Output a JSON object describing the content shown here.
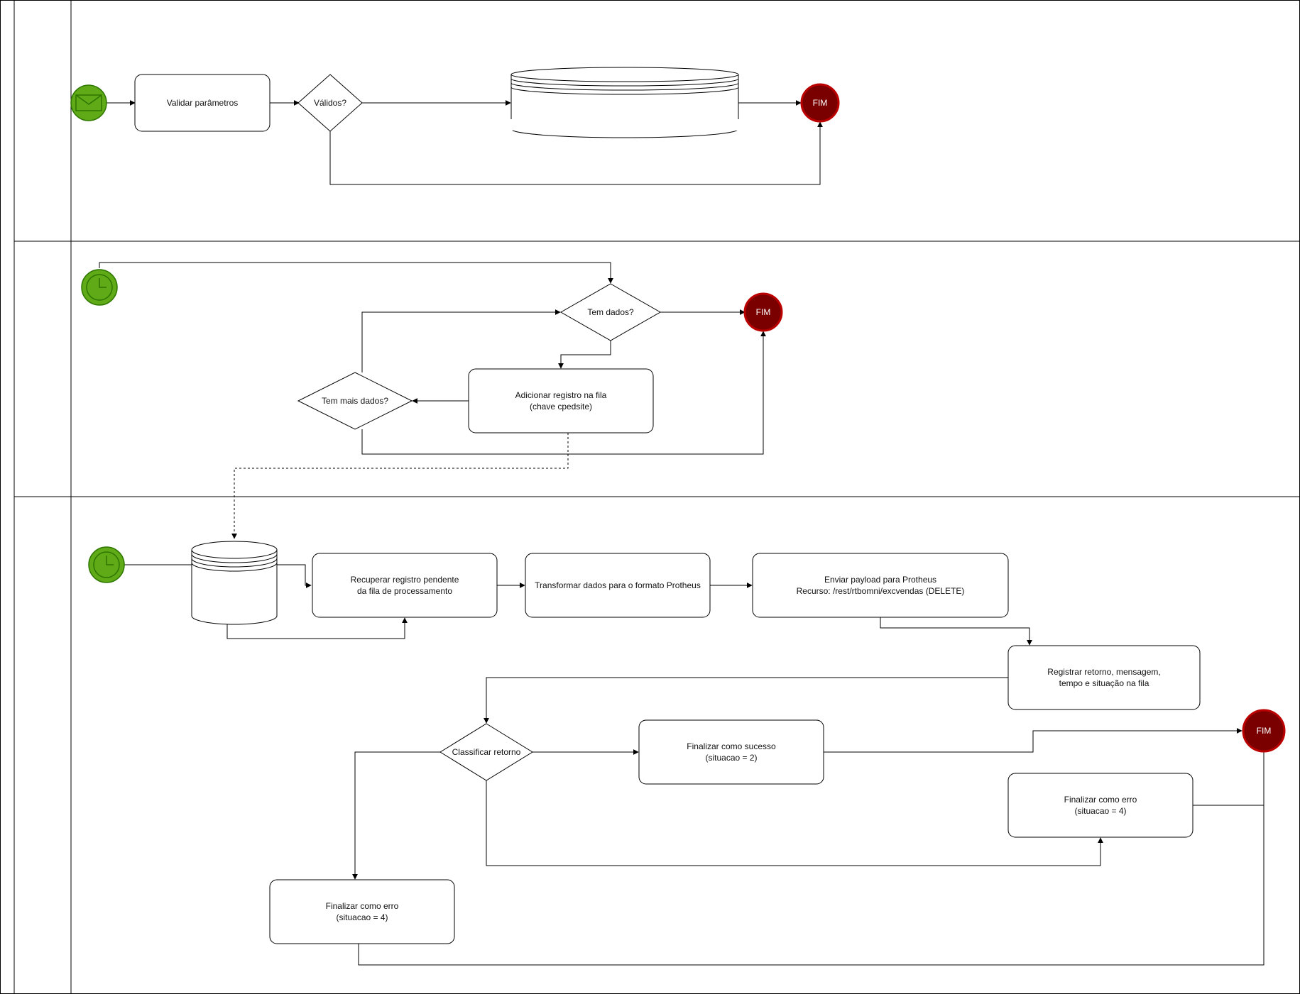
{
  "colors": {
    "start_fill": "#60a917",
    "start_stroke": "#2d7600",
    "end_fill": "#7a0000",
    "end_stroke": "#bb0000",
    "line": "#000000"
  },
  "lanes": [
    {
      "id": "lane-1",
      "label": ""
    },
    {
      "id": "lane-2",
      "label": ""
    },
    {
      "id": "lane-3",
      "label": ""
    }
  ],
  "nodes": {
    "msg_start": {
      "icon": "envelope-icon"
    },
    "validar": {
      "lines": [
        "Validar parâmetros"
      ]
    },
    "validos": {
      "lines": [
        "Válidos?"
      ]
    },
    "datastore_1": {
      "lines": []
    },
    "fim_1": {
      "lines": [
        "FIM"
      ]
    },
    "timer_start_1": {
      "icon": "clock-icon"
    },
    "tem_dados": {
      "lines": [
        "Tem dados?"
      ]
    },
    "fim_2": {
      "lines": [
        "FIM"
      ]
    },
    "adicionar": {
      "lines": [
        "Adicionar registro na fila",
        "(chave cpedsite)"
      ]
    },
    "tem_mais": {
      "lines": [
        "Tem mais dados?"
      ]
    },
    "timer_start_2": {
      "icon": "clock-icon"
    },
    "queue_db": {
      "lines": []
    },
    "recuperar": {
      "lines": [
        "Recuperar registro pendente",
        "da fila de processamento"
      ]
    },
    "transformar": {
      "lines": [
        "Transformar dados para o formato Protheus"
      ]
    },
    "enviar": {
      "lines": [
        "Enviar payload para Protheus",
        "Recurso: /rest/rtbomni/excvendas (DELETE)"
      ]
    },
    "registrar": {
      "lines": [
        "Registrar retorno, mensagem,",
        "tempo e situação na fila"
      ]
    },
    "classificar": {
      "lines": [
        "Classificar retorno"
      ]
    },
    "sucesso": {
      "lines": [
        "Finalizar como sucesso",
        "(situacao = 2)"
      ]
    },
    "fim_3": {
      "lines": [
        "FIM"
      ]
    },
    "erro_right": {
      "lines": [
        "Finalizar como erro",
        "(situacao = 4)"
      ]
    },
    "erro_left": {
      "lines": [
        "Finalizar como erro",
        "(situacao = 4)"
      ]
    }
  }
}
